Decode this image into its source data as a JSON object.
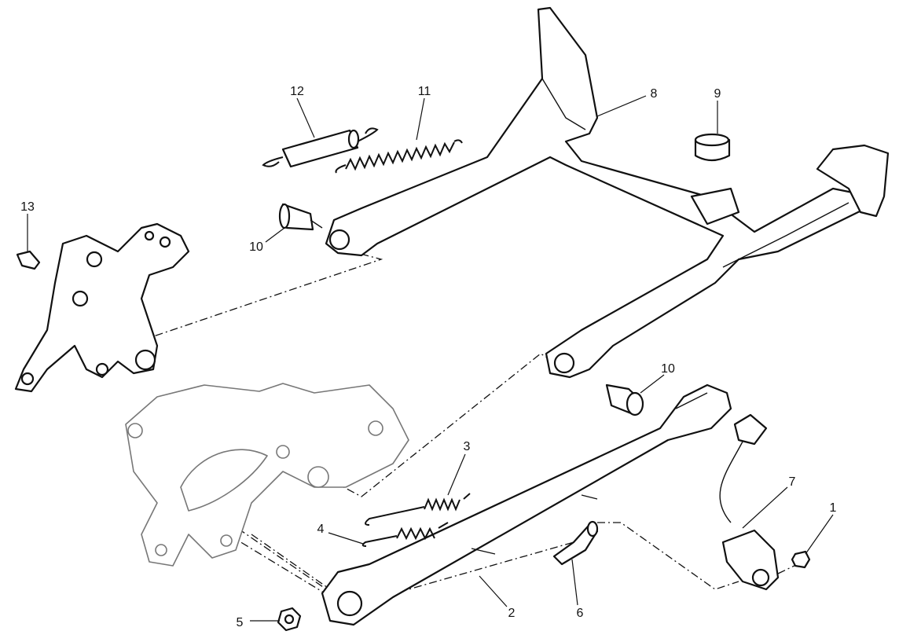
{
  "diagram": {
    "callouts": [
      "1",
      "2",
      "3",
      "4",
      "5",
      "6",
      "7",
      "8",
      "9",
      "10",
      "10",
      "11",
      "12",
      "13"
    ]
  }
}
